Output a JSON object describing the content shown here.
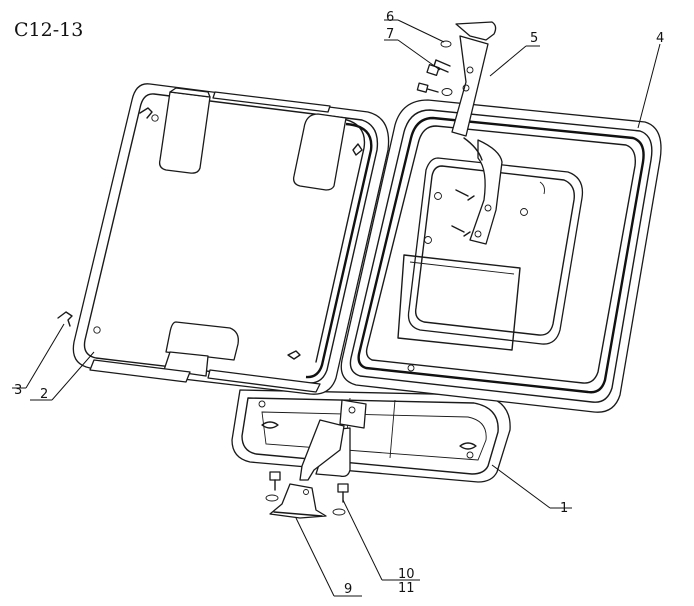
{
  "figure_label": "C12-13",
  "callouts": {
    "c1": "1",
    "c2": "2",
    "c3": "3",
    "c4": "4",
    "c5": "5",
    "c6": "6",
    "c7": "7",
    "c9": "9",
    "c10": "10",
    "c11": "11"
  }
}
